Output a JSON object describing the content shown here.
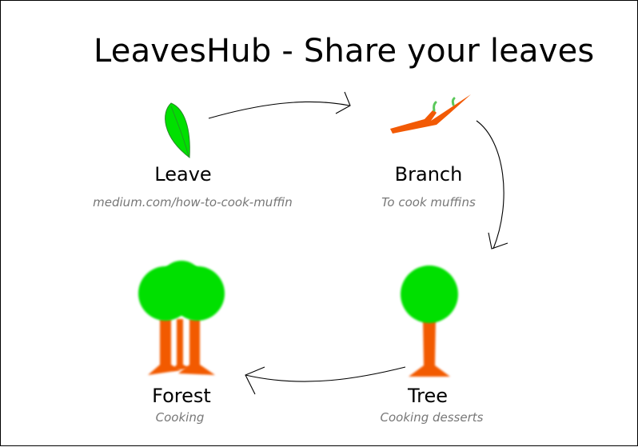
{
  "title": "LeavesHub - Share your leaves",
  "colors": {
    "foliage": "#00e000",
    "trunk": "#f25a05",
    "caption": "#777777",
    "border": "#000000"
  },
  "nodes": {
    "leave": {
      "label": "Leave",
      "subtitle": "medium.com/how-to-cook-muffin",
      "icon": "leaf-icon"
    },
    "branch": {
      "label": "Branch",
      "subtitle": "To cook muffins",
      "icon": "branch-icon"
    },
    "tree": {
      "label": "Tree",
      "subtitle": "Cooking desserts",
      "icon": "tree-icon"
    },
    "forest": {
      "label": "Forest",
      "subtitle": "Cooking",
      "icon": "forest-icon"
    }
  }
}
